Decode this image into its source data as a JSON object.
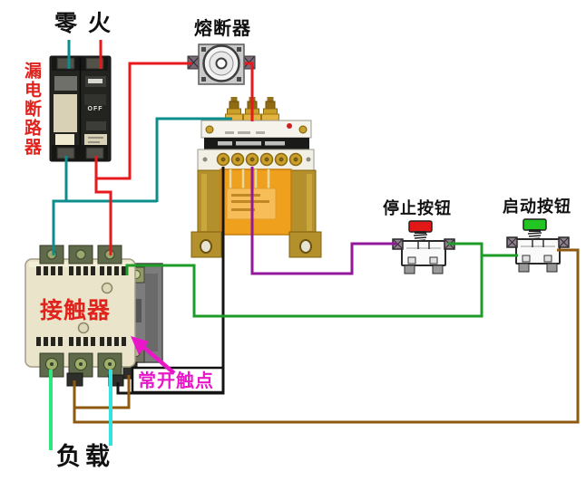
{
  "labels": {
    "neutral": "零",
    "live": "火",
    "leakage_breaker": "漏电断路器",
    "breaker_off": "OFF",
    "fuse": "熔断器",
    "stop_button": "停止按钮",
    "start_button": "启动按钮",
    "contactor": "接触器",
    "normally_open_contact": "常开触点",
    "load": "负载"
  },
  "colors": {
    "neutral_wire": "#0b8d8d",
    "live_wire": "#e6191c",
    "secondary_purple_wire": "#93189b",
    "secondary_black_wire": "#141414",
    "control_green_wire": "#1f9c28",
    "coil_brown_wire": "#8d5a10",
    "load_wire_green": "#2fe57d",
    "load_wire_cyan": "#35e2e2",
    "annotation_magenta": "#e818c8",
    "stop_cap": "#e01818",
    "start_cap": "#22c522",
    "label_red": "#e0231d"
  }
}
